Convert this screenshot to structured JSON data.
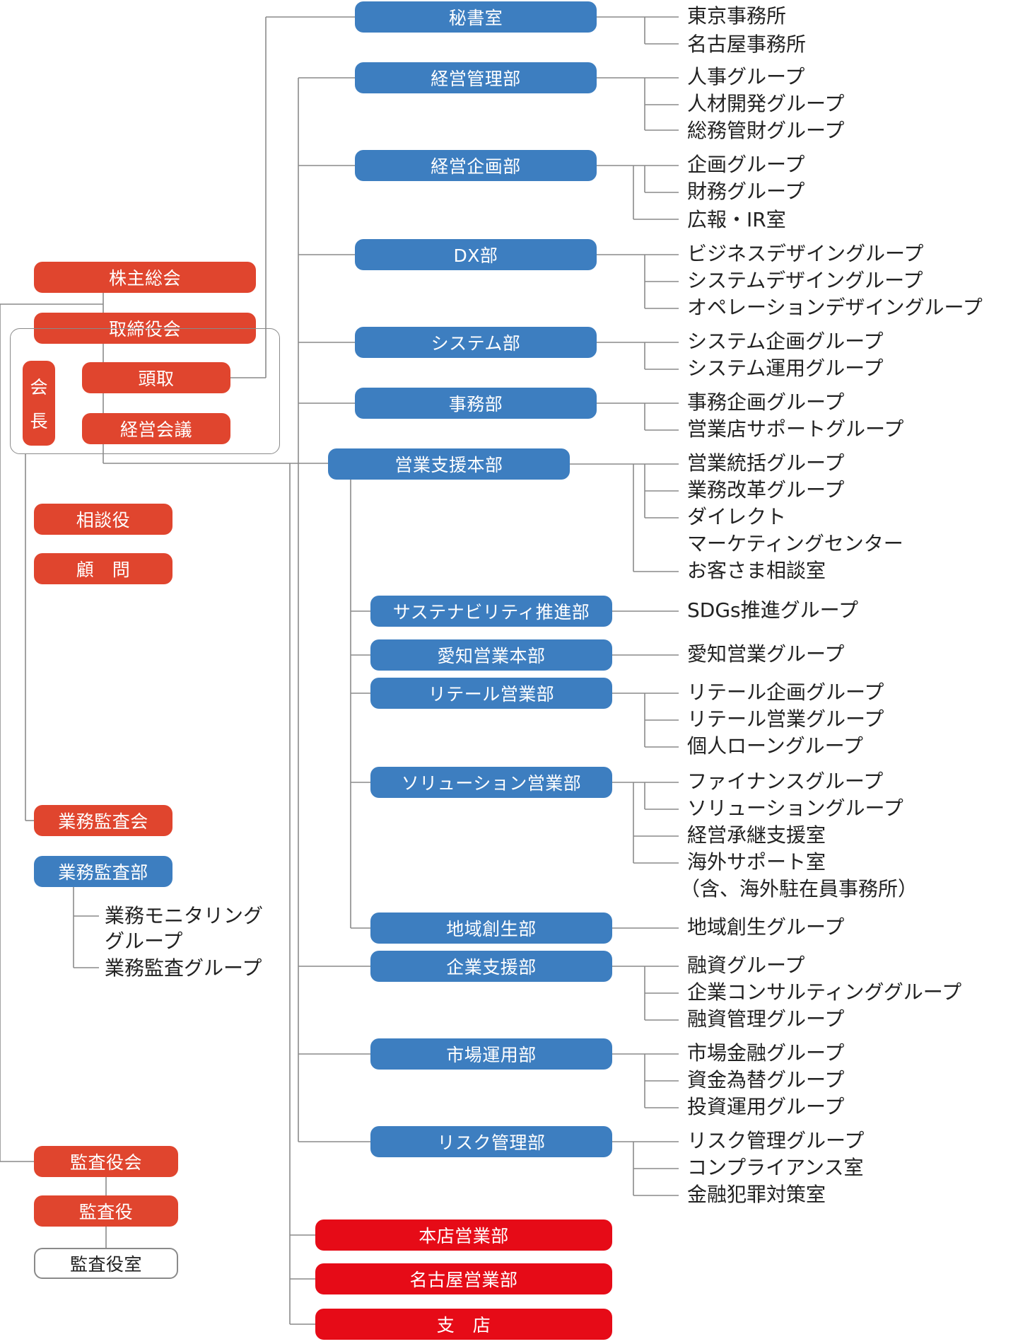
{
  "colors": {
    "blue": "#3d7ec0",
    "red": "#e0452e",
    "bright_red": "#e60b17",
    "line": "#8a8a8a"
  },
  "governance": {
    "shareholders": "株主総会",
    "board": "取締役会",
    "chairman_chars": [
      "会",
      "長"
    ],
    "president": "頭取",
    "management_meeting": "経営会議",
    "advisor": "相談役",
    "counsel": "顧　問",
    "audit_committee": "業務監査会",
    "audit_department": "業務監査部",
    "audit_groups": [
      "業務モニタリング",
      "グループ",
      "業務監査グループ"
    ],
    "auditors_board": "監査役会",
    "auditor": "監査役",
    "auditor_office": "監査役室"
  },
  "upper_departments": [
    {
      "name": "秘書室",
      "children": [
        "東京事務所",
        "名古屋事務所"
      ]
    },
    {
      "name": "経営管理部",
      "children": [
        "人事グループ",
        "人材開発グループ",
        "総務管財グループ"
      ]
    },
    {
      "name": "経営企画部",
      "children": [
        "企画グループ",
        "財務グループ",
        "広報・IR室"
      ]
    },
    {
      "name": "DX部",
      "children": [
        "ビジネスデザイングループ",
        "システムデザイングループ",
        "オペレーションデザイングループ"
      ]
    },
    {
      "name": "システム部",
      "children": [
        "システム企画グループ",
        "システム運用グループ"
      ]
    },
    {
      "name": "事務部",
      "children": [
        "事務企画グループ",
        "営業店サポートグループ"
      ]
    }
  ],
  "sales_hq": {
    "name": "営業支援本部",
    "children": [
      "営業統括グループ",
      "業務改革グループ",
      "ダイレクト",
      "マーケティングセンター",
      "お客さま相談室"
    ]
  },
  "sales_sub_departments": [
    {
      "name": "サステナビリティ推進部",
      "children": [
        "SDGs推進グループ"
      ]
    },
    {
      "name": "愛知営業本部",
      "children": [
        "愛知営業グループ"
      ]
    },
    {
      "name": "リテール営業部",
      "children": [
        "リテール企画グループ",
        "リテール営業グループ",
        "個人ローングループ"
      ]
    },
    {
      "name": "ソリューション営業部",
      "children": [
        "ファイナンスグループ",
        "ソリューショングループ",
        "経営承継支援室",
        "海外サポート室",
        "（含、海外駐在員事務所）"
      ]
    },
    {
      "name": "地域創生部",
      "children": [
        "地域創生グループ"
      ]
    }
  ],
  "lower_departments": [
    {
      "name": "企業支援部",
      "children": [
        "融資グループ",
        "企業コンサルティンググループ",
        "融資管理グループ"
      ]
    },
    {
      "name": "市場運用部",
      "children": [
        "市場金融グループ",
        "資金為替グループ",
        "投資運用グループ"
      ]
    },
    {
      "name": "リスク管理部",
      "children": [
        "リスク管理グループ",
        "コンプライアンス室",
        "金融犯罪対策室"
      ]
    }
  ],
  "branches": [
    "本店営業部",
    "名古屋営業部",
    "支　店"
  ]
}
